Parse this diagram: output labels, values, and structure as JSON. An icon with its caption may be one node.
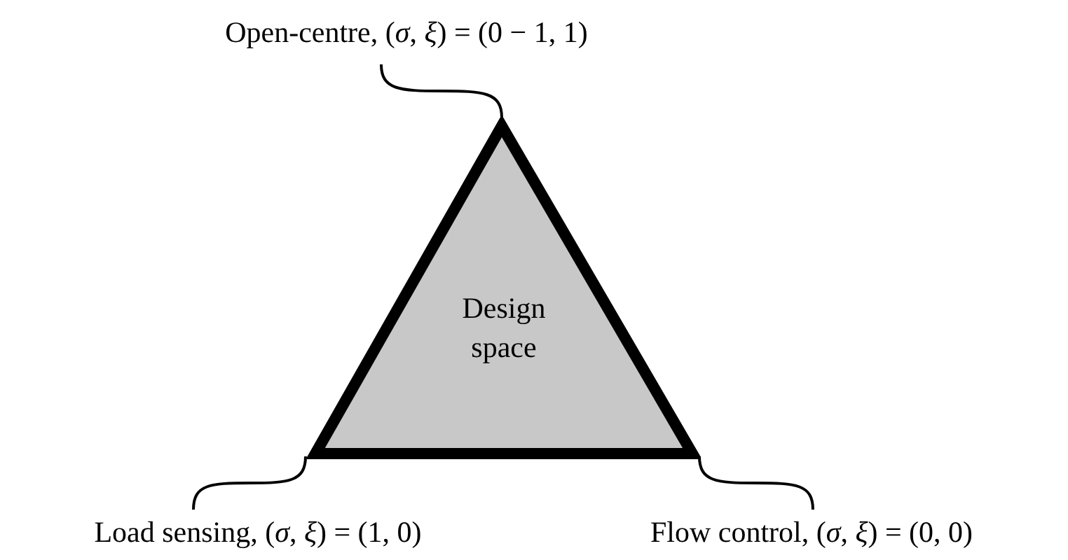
{
  "diagram": {
    "nodes": [
      {
        "text": [
          "Design space"
        ]
      },
      {
        "text": [
          "Open-centre, (*σ*, *ξ*) = (0 − 1, 1)"
        ]
      },
      {
        "text": [
          "Load sensing, (*σ*, *ξ*) = (1, 0)"
        ]
      },
      {
        "text": [
          "Flow control, (*σ*, *ξ*) = (0, 0)"
        ]
      }
    ],
    "edges": [
      {
        "from": 1,
        "to": 0,
        "arrow": "none"
      },
      {
        "from": 2,
        "to": 0,
        "arrow": "none"
      },
      {
        "from": 3,
        "to": 0,
        "arrow": "none"
      }
    ]
  }
}
